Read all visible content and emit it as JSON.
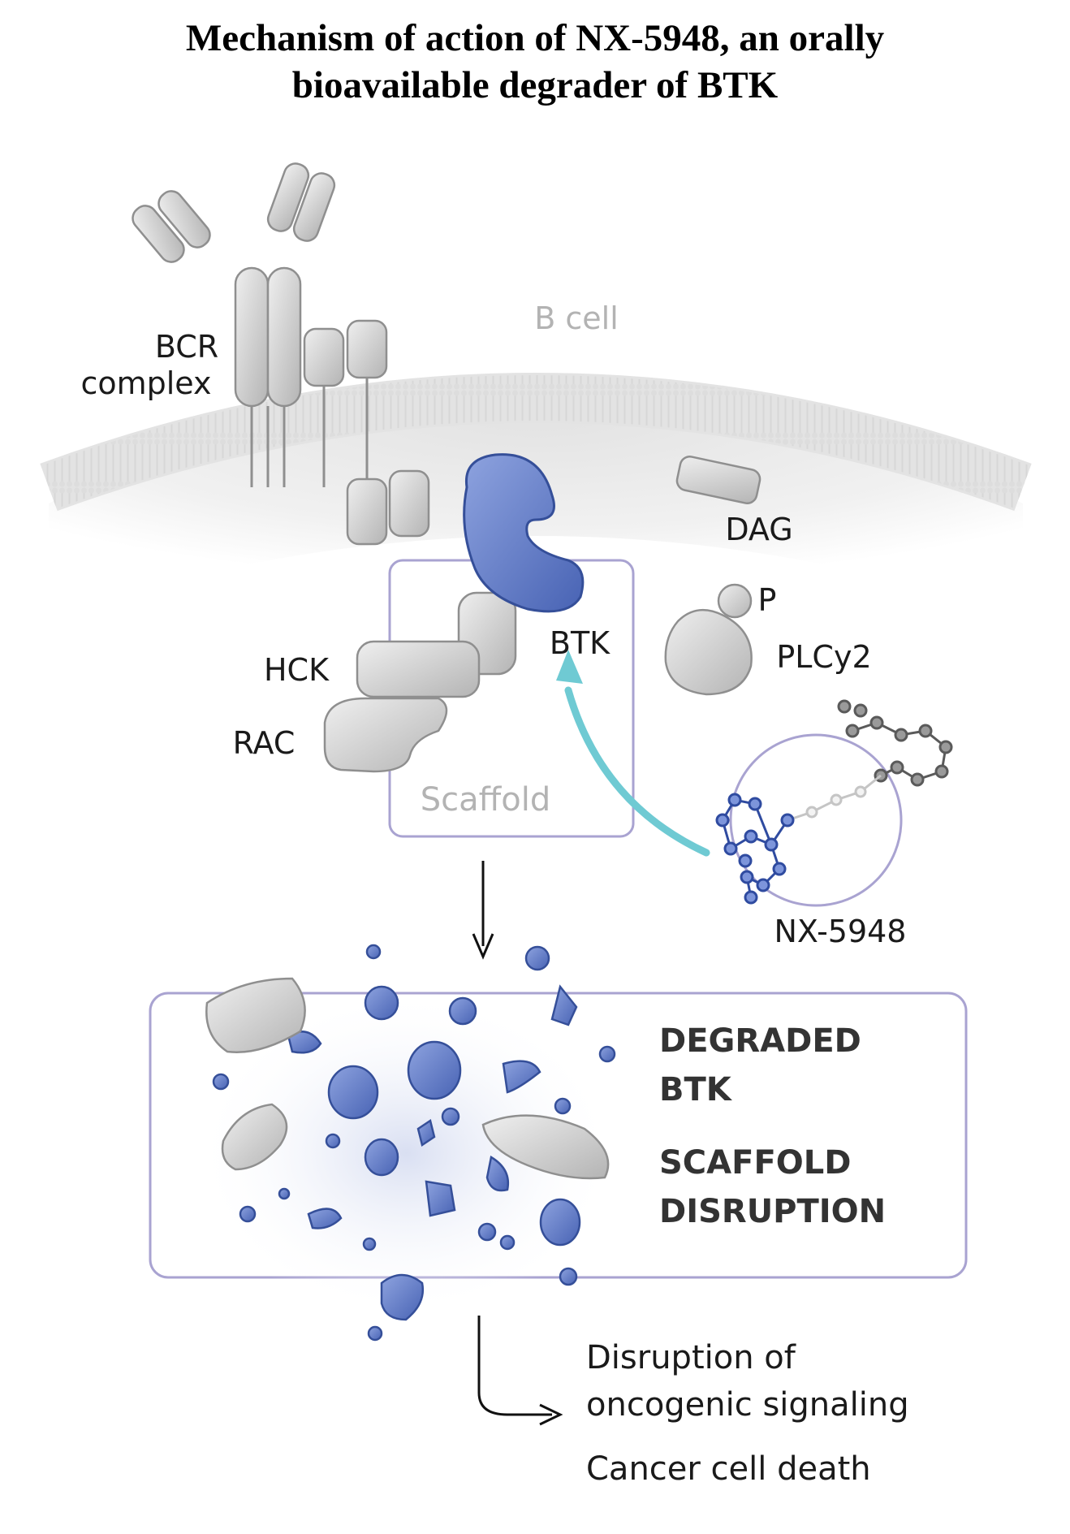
{
  "title": {
    "line1": "Mechanism of action of NX-5948, an orally",
    "line2": "bioavailable degrader of BTK"
  },
  "labels": {
    "bcr_line1": "BCR",
    "bcr_line2": "complex",
    "b_cell": "B cell",
    "dag": "DAG",
    "p": "P",
    "plcy2": "PLCy2",
    "btk": "BTK",
    "hck": "HCK",
    "rac": "RAC",
    "scaffold": "Scaffold",
    "nx5948": "NX-5948"
  },
  "outcome_box": {
    "line1": "DEGRADED",
    "line2": "BTK",
    "line3": "SCAFFOLD",
    "line4": "DISRUPTION"
  },
  "consequences": {
    "line1": "Disruption of",
    "line2": "oncogenic signaling",
    "line3": "Cancer cell death"
  },
  "colors": {
    "btk_blue": "#5b78c7",
    "protein_gray": "#c9c9c9",
    "box_border": "#a9a3d1",
    "arrow_teal": "#6fcad3"
  }
}
